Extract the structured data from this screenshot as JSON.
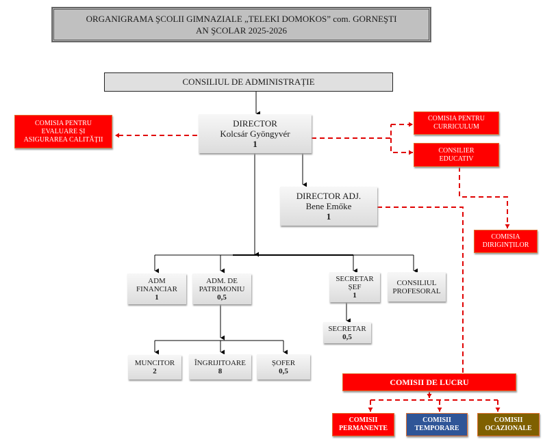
{
  "title": {
    "line1": "ORGANIGRAMA ŞCOLII GIMNAZIALE „TELEKI DOMOKOS” com. GORNEŞTI",
    "line2": "AN ŞCOLAR 2025-2026"
  },
  "nodes": {
    "consiliul_administratie": {
      "label": "CONSILIUL DE ADMINISTRAȚIE"
    },
    "director": {
      "role": "DIRECTOR",
      "name": "Kolcsár Gyöngyvér",
      "count": "1"
    },
    "director_adj": {
      "role": "DIRECTOR ADJ.",
      "name": "Bene Emőke",
      "count": "1"
    },
    "comisia_evaluare": {
      "line1": "COMISIA PENTRU",
      "line2": "EVALUARE ȘI",
      "line3": "ASIGURAREA CALITĂȚII"
    },
    "comisia_curriculum": {
      "line1": "COMISIA PENTRU",
      "line2": "CURRICULUM"
    },
    "consilier_educativ": {
      "line1": "CONSILIER",
      "line2": "EDUCATIV"
    },
    "comisia_dirigintilor": {
      "line1": "COMISIA",
      "line2": "DIRIGINȚILOR"
    },
    "adm_financiar": {
      "line1": "ADM",
      "line2": "FINANCIAR",
      "count": "1"
    },
    "adm_patrimoniu": {
      "line1": "ADM. DE",
      "line2": "PATRIMONIU",
      "count": "0,5"
    },
    "secretar_sef": {
      "line1": "SECRETAR",
      "line2": "ȘEF",
      "count": "1"
    },
    "consiliul_profesoral": {
      "line1": "CONSILIUL",
      "line2": "PROFESORAL"
    },
    "secretar": {
      "line1": "SECRETAR",
      "count": "0,5"
    },
    "muncitor": {
      "line1": "MUNCITOR",
      "count": "2"
    },
    "ingrijitoare": {
      "line1": "ÎNGRIJITOARE",
      "count": "8"
    },
    "sofer": {
      "line1": "ȘOFER",
      "count": "0,5"
    },
    "comisii_lucru": {
      "label": "COMISII DE LUCRU"
    },
    "comisii_permanente": {
      "line1": "COMISII",
      "line2": "PERMANENTE"
    },
    "comisii_temporare": {
      "line1": "COMISII",
      "line2": "TEMPORARE"
    },
    "comisii_ocazionale": {
      "line1": "COMISII",
      "line2": "OCAZIONALE"
    }
  },
  "colors": {
    "committee_red": "#ff0000",
    "temporare_blue": "#2f5597",
    "ocazionale_brown": "#7f6000",
    "staff_gray": "#dcdcdc",
    "title_gray": "#c0c0c0"
  }
}
